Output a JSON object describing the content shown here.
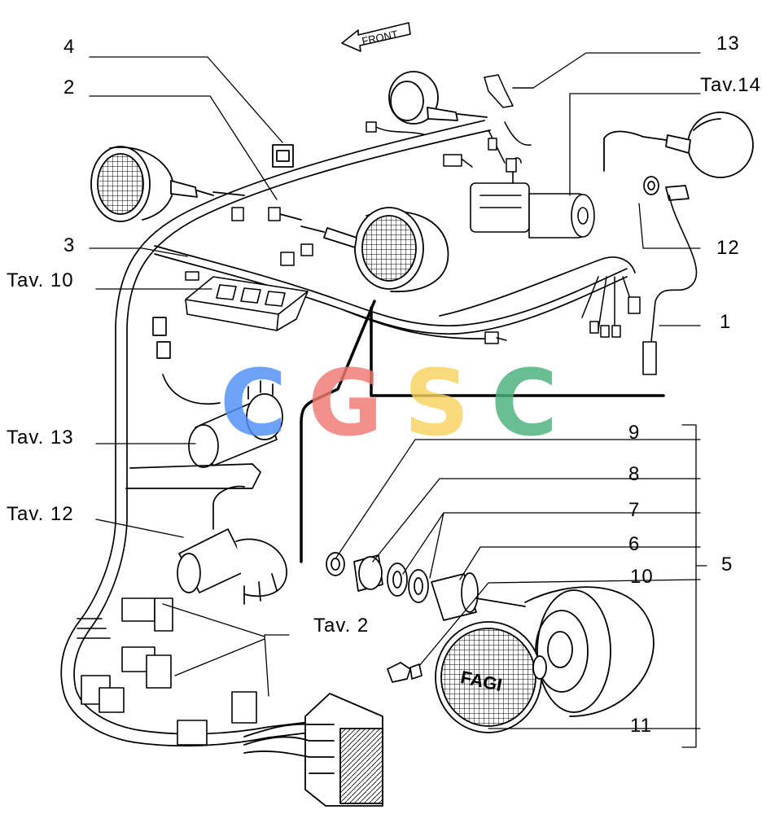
{
  "labels": {
    "n4": "4",
    "n2": "2",
    "n3": "3",
    "n13": "13",
    "tav14": "Tav.14",
    "n12": "12",
    "n1": "1",
    "tav10": "Tav. 10",
    "tav13": "Tav. 13",
    "tav12": "Tav. 12",
    "tav2": "Tav. 2",
    "n9": "9",
    "n8": "8",
    "n7": "7",
    "n6": "6",
    "n10": "10",
    "n11": "11",
    "n5": "5"
  },
  "front_arrow_text": "FRONT",
  "lens_text": "FAGI",
  "watermark": {
    "letters": [
      "C",
      "G",
      "S",
      "C"
    ],
    "colors": [
      "#4f8ef5",
      "#f07a73",
      "#f7d35e",
      "#49b07b"
    ]
  }
}
